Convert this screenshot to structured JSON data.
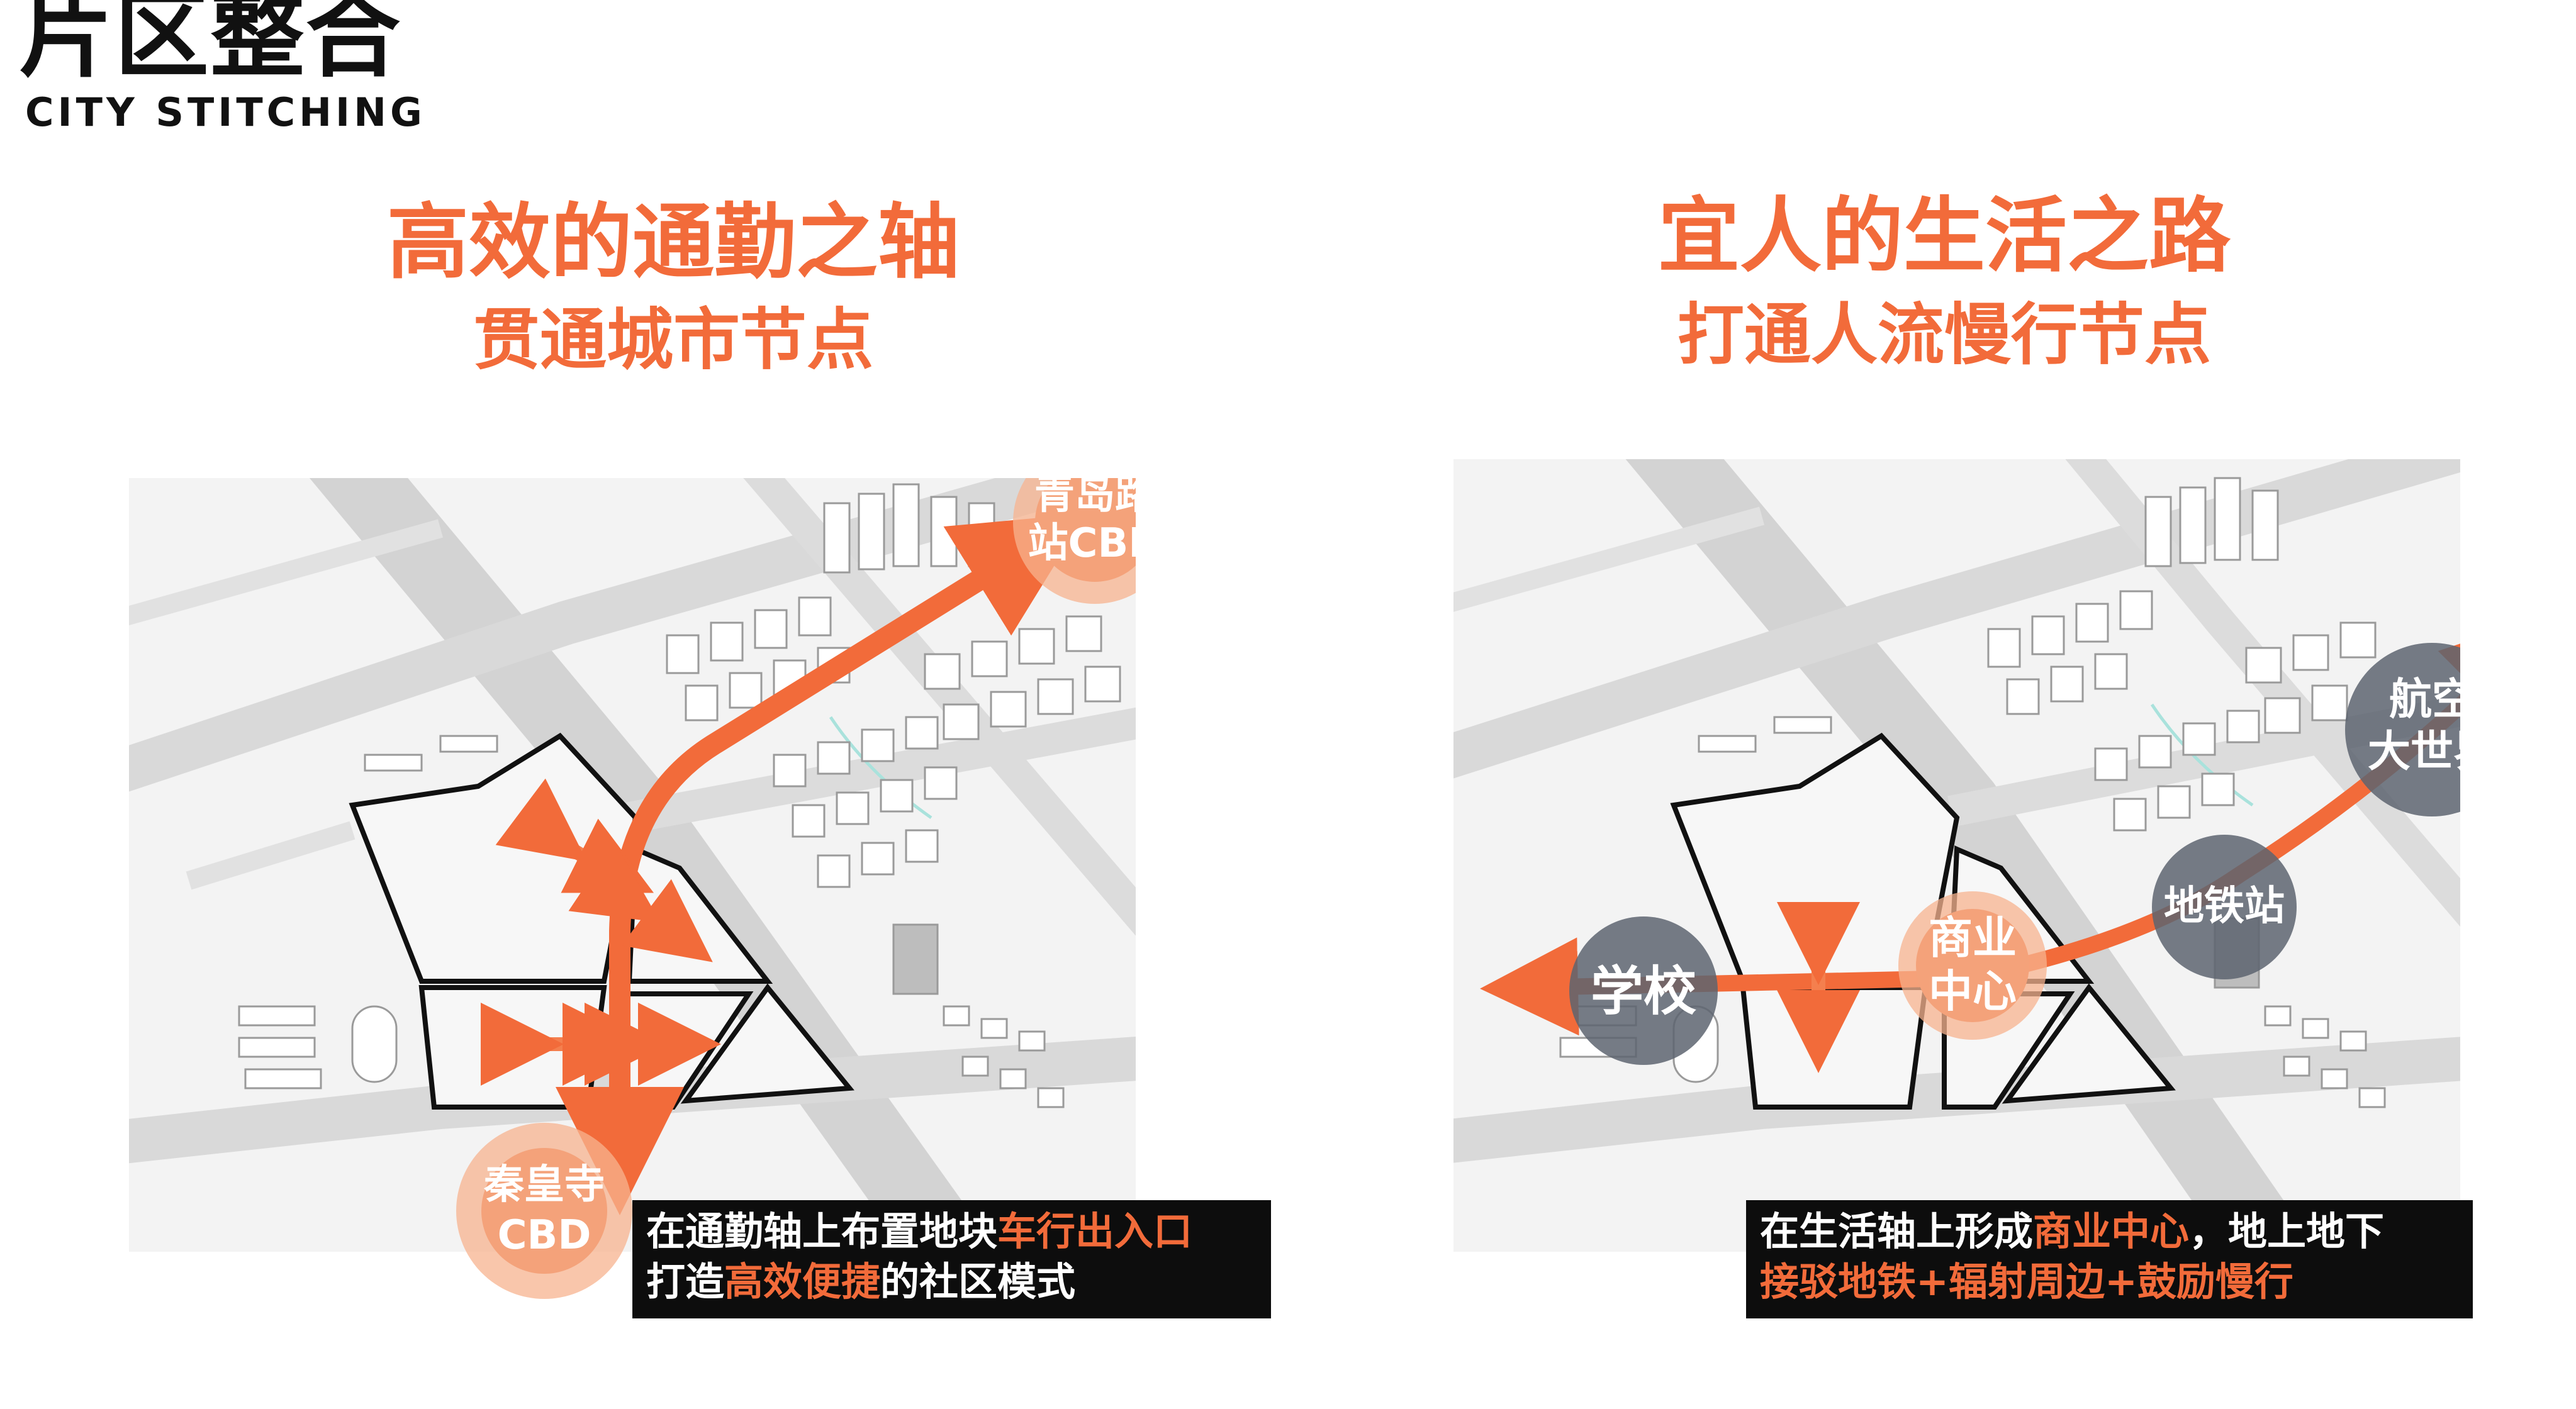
{
  "header": {
    "title_zh": "片区整合",
    "title_en": "CITY STITCHING"
  },
  "left_panel": {
    "heading_line1": "高效的通勤之轴",
    "heading_line2": "贯通城市节点",
    "nodes": {
      "top_line1": "青岛路",
      "top_line2": "站CBD",
      "bottom_line1": "秦皇寺",
      "bottom_line2": "CBD"
    },
    "caption": {
      "line1_a": "在通勤轴上布置地块",
      "line1_b": "车行出入口",
      "line2_a": "打造",
      "line2_b": "高效便捷",
      "line2_c": "的社区模式"
    }
  },
  "right_panel": {
    "heading_line1": "宜人的生活之路",
    "heading_line2": "打通人流慢行节点",
    "nodes": {
      "school": "学校",
      "commercial_line1": "商业",
      "commercial_line2": "中心",
      "metro": "地铁站",
      "aviation_line1": "航空",
      "aviation_line2": "大世界"
    },
    "caption": {
      "line1_a": "在生活轴上形成",
      "line1_b": "商业中心",
      "line1_c": "，地上地下",
      "line2": "接驳地铁+辐射周边+鼓励慢行"
    }
  },
  "colors": {
    "accent": "#F26B3A",
    "node_orange": "#F4A27A",
    "node_gray": "#5d6470",
    "road": "#d7d7d7",
    "block": "#ececec",
    "caption_bg": "#0d0d0d"
  }
}
